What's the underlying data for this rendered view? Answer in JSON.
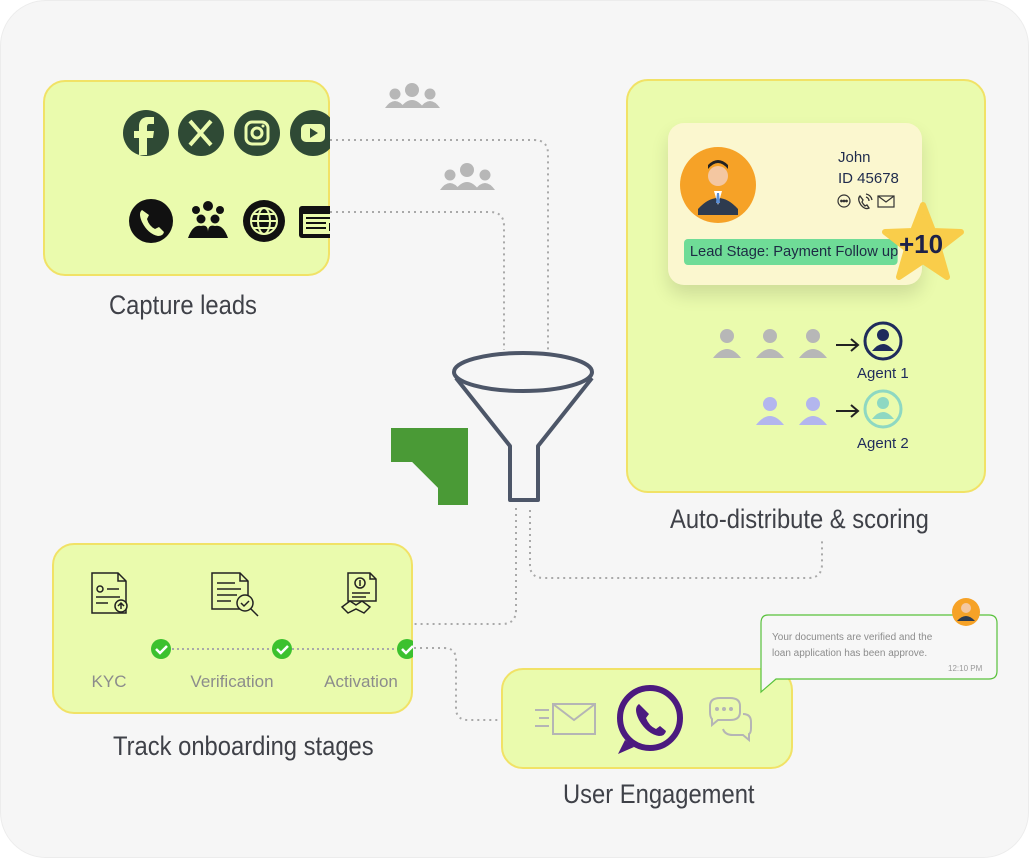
{
  "capture": {
    "caption": "Capture leads",
    "icons": [
      "facebook-icon",
      "x-icon",
      "instagram-icon",
      "youtube-icon",
      "phone-icon",
      "group-icon",
      "globe-icon",
      "web-form-icon"
    ]
  },
  "distribute": {
    "caption": "Auto-distribute & scoring",
    "lead": {
      "name": "John",
      "id": "ID 45678",
      "stage": "Lead Stage: Payment Follow up",
      "score": "+10"
    },
    "agents": [
      {
        "label": "Agent 1",
        "color": "#1f2b5c"
      },
      {
        "label": "Agent 2",
        "color": "#8ed8c2"
      }
    ]
  },
  "onboarding": {
    "caption": "Track onboarding stages",
    "stages": [
      "KYC",
      "Verification",
      "Activation"
    ]
  },
  "engagement": {
    "caption": "User Engagement",
    "message": {
      "line1": "Your documents are verified and the",
      "line2": "loan application has been approve.",
      "time": "12:10 PM"
    }
  },
  "colors": {
    "card_fill": "#eafbad",
    "card_border": "#f1e266",
    "funnel": "#4d5668",
    "arrow": "#4a9a36",
    "check": "#3cc12e",
    "whatsapp": "#4c1a7f"
  }
}
